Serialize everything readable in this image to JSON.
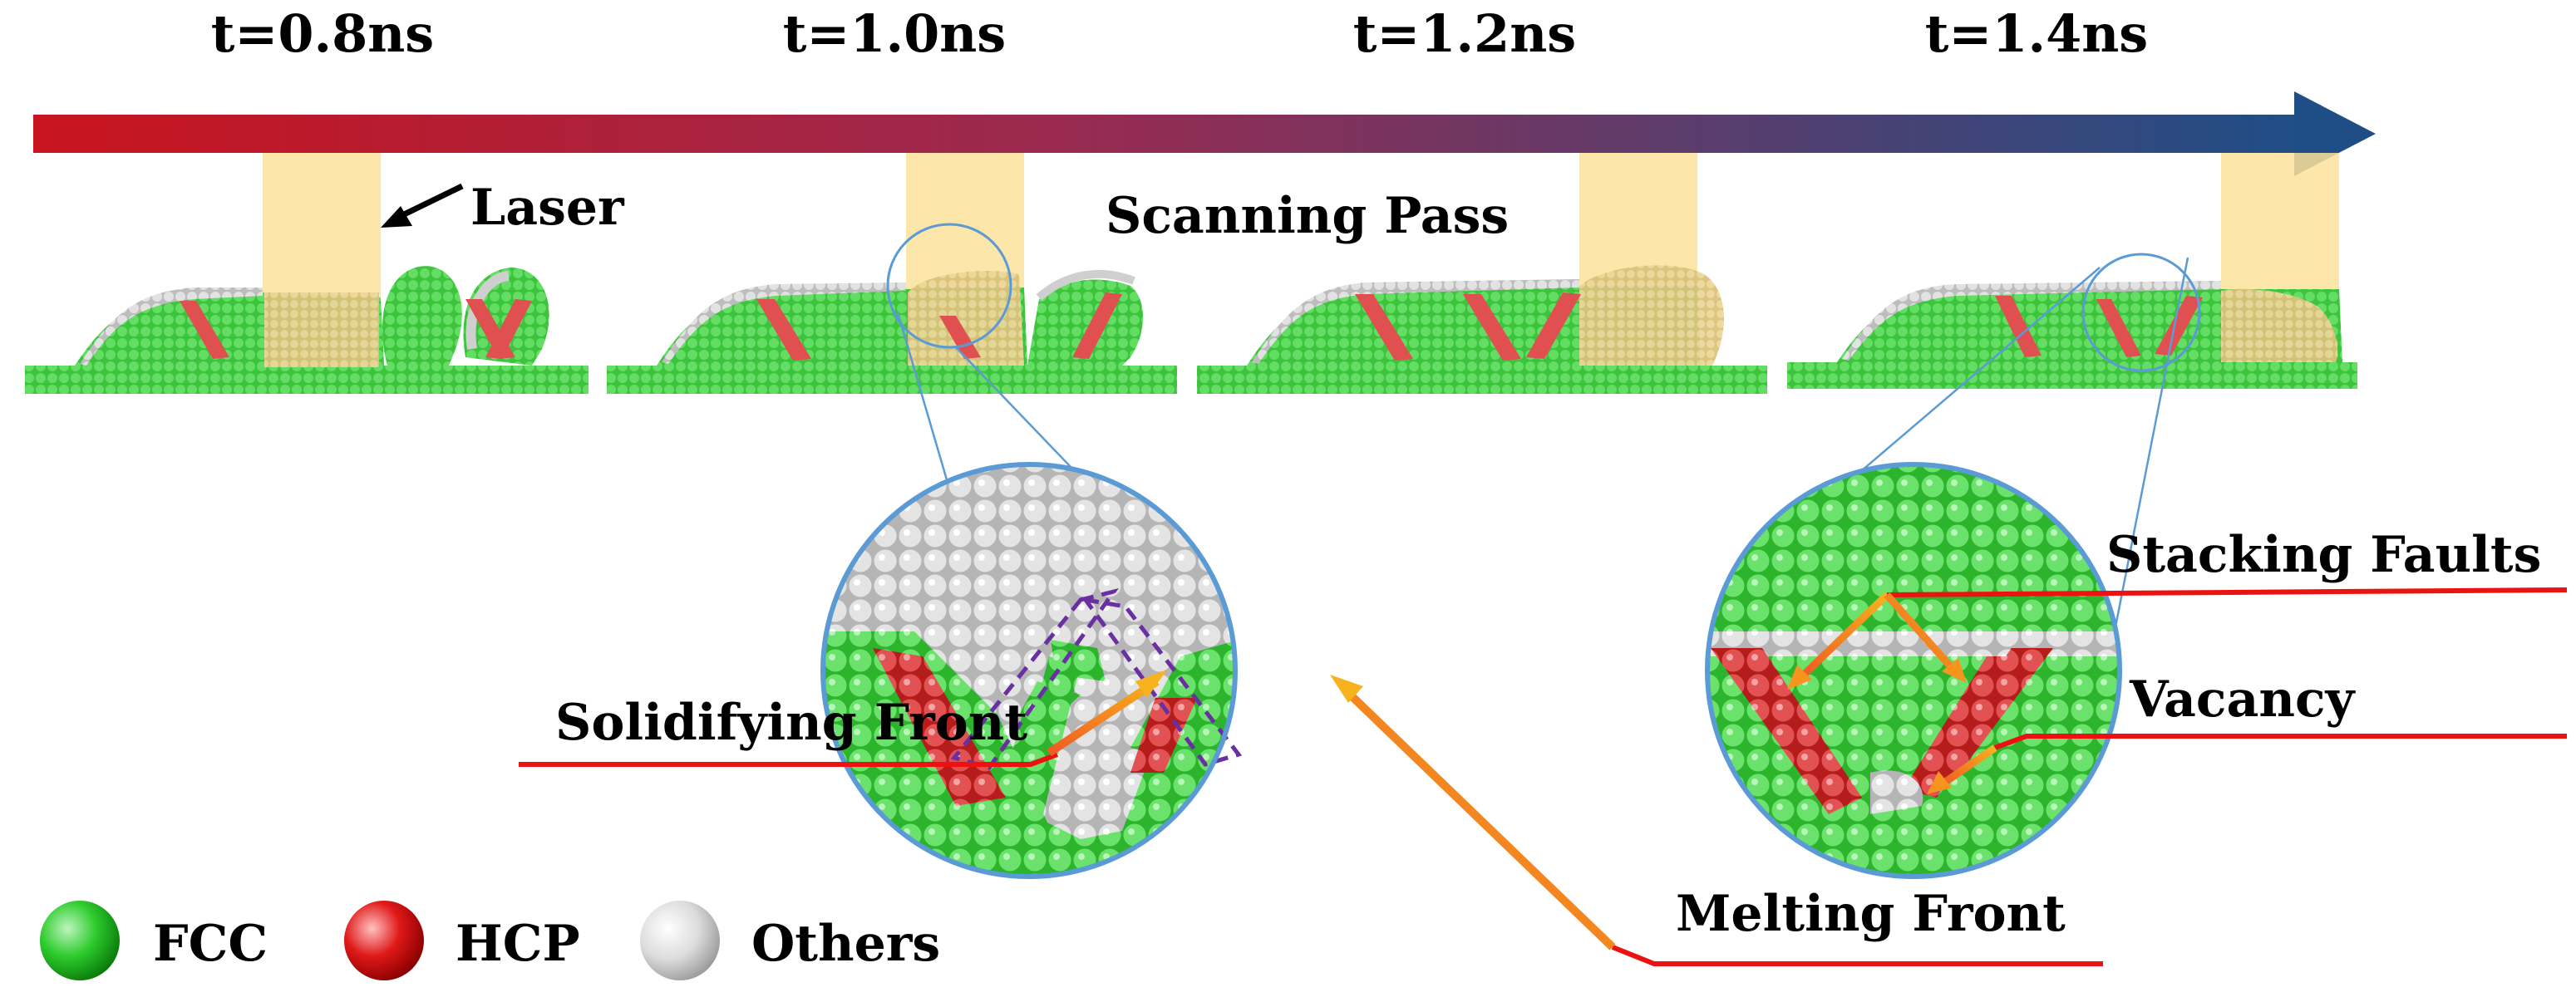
{
  "time_labels": [
    "t=0.8ns",
    "t=1.0ns",
    "t=1.2ns",
    "t=1.4ns"
  ],
  "laser_label": "Laser",
  "scanning_label": "Scanning Pass",
  "annotations": {
    "solidifying_front": "Solidifying Front",
    "melting_front": "Melting Front",
    "stacking_faults": "Stacking Faults",
    "vacancy": "Vacancy"
  },
  "legend": [
    {
      "label": "FCC",
      "color": "#2ecc2e"
    },
    {
      "label": "HCP",
      "color": "#e01818"
    },
    {
      "label": "Others",
      "color": "#d8d8d8"
    }
  ],
  "colors": {
    "arrow_start": "#c8141e",
    "arrow_end": "#1f4e86",
    "laser_beam": "#fde29a",
    "fcc": "#4fd34f",
    "hcp": "#e05050",
    "others": "#d6d6d6",
    "callout_line": "#ee1111",
    "pointer": "#f7941d",
    "circle": "#5b9bd5",
    "dashed_box": "#6a2fa0"
  }
}
